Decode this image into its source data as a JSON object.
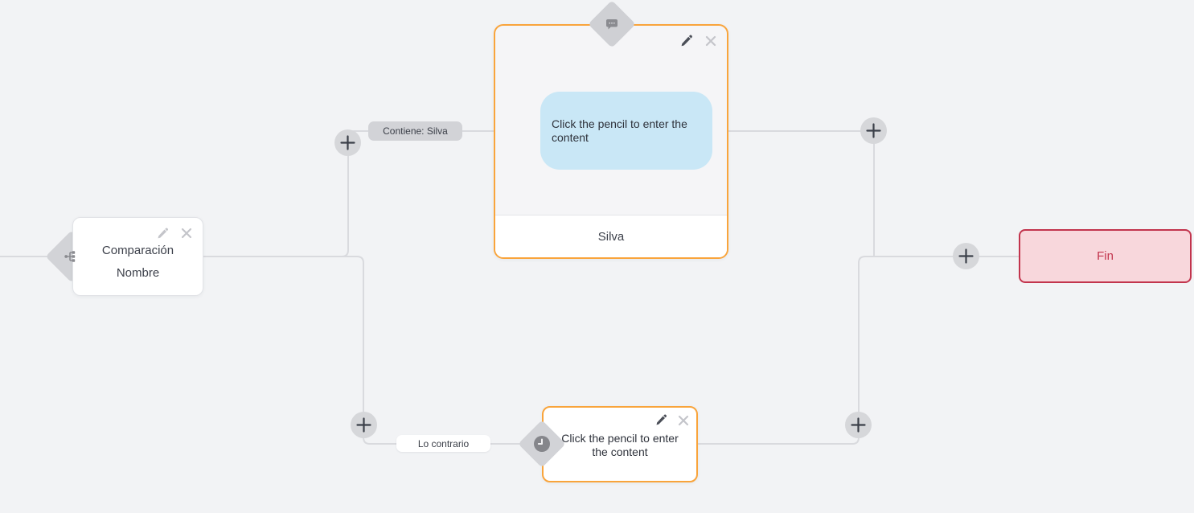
{
  "colors": {
    "canvas_bg": "#f2f3f5",
    "wire_gray": "#d9dade",
    "accent_orange": "#f9a43b",
    "bubble_blue": "#c9e7f6",
    "end_border": "#c2344d",
    "end_bg": "#f8d7dc",
    "handle_gray": "#d2d3d7",
    "icon_dark": "#4b4f58",
    "icon_light": "#c4c5ca"
  },
  "condition_node": {
    "line1": "Comparación",
    "line2": "Nombre"
  },
  "message_node": {
    "bubble_text": "Click the pencil to enter the content",
    "footer": "Silva"
  },
  "delay_node": {
    "text": "Click the pencil to enter the content"
  },
  "end_node": {
    "label": "Fin"
  },
  "edge_labels": {
    "match": "Contiene: Silva",
    "else": "Lo contrario"
  },
  "icons": {
    "edit": "pencil-icon",
    "remove": "close-icon",
    "add": "plus-icon",
    "condition_port": "branch-icon",
    "message_port": "message-bubble-icon",
    "delay_port": "clock-icon"
  }
}
